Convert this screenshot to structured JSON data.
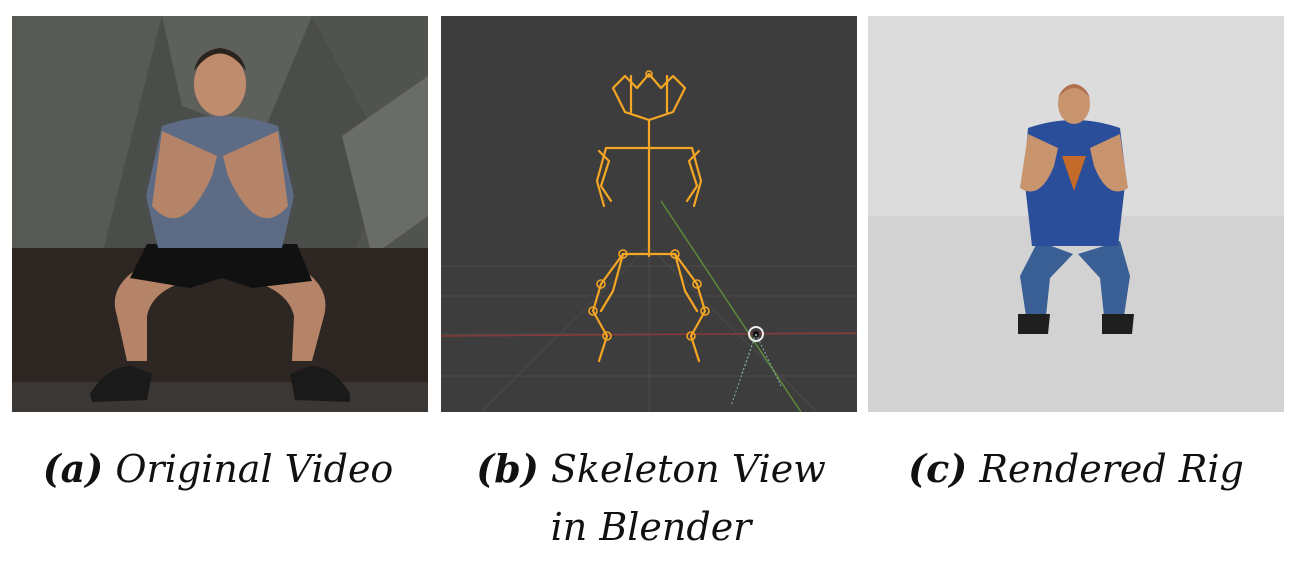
{
  "figure": {
    "panels": [
      {
        "id": "a",
        "tag": "(a)",
        "caption": "Original Video",
        "image": "photo of a man performing a squat in front of a grey angular wall"
      },
      {
        "id": "b",
        "tag": "(b)",
        "caption": "Skeleton View in Blender",
        "caption_line1": "Skeleton View",
        "caption_line2": "in Blender",
        "image": "orange armature skeleton in Blender viewport"
      },
      {
        "id": "c",
        "tag": "(c)",
        "caption": "Rendered Rig",
        "image": "rendered 3D character in blue shirt and jeans squatting"
      }
    ],
    "colors": {
      "blender_bg": "#3d3d3d",
      "bone": "#f5a623",
      "rig_shirt": "#2a4e9a",
      "rig_jeans": "#3a5f95",
      "render_bg": "#dcdcdc"
    }
  }
}
